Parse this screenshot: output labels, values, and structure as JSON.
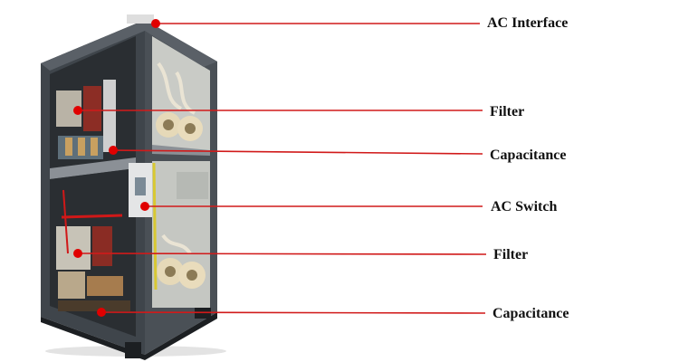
{
  "colors": {
    "leader_line": "#d11a1a",
    "marker_dot": "#e00000",
    "cabinet_frame": "#3f454b",
    "cabinet_dark": "#24282c",
    "cabinet_interior": "#c9cbc6"
  },
  "callouts": [
    {
      "id": "ac-interface",
      "label": "AC Interface"
    },
    {
      "id": "filter-upper",
      "label": "Filter"
    },
    {
      "id": "capacitance-upper",
      "label": "Capacitance"
    },
    {
      "id": "ac-switch",
      "label": "AC Switch"
    },
    {
      "id": "filter-lower",
      "label": "Filter"
    },
    {
      "id": "capacitance-lower",
      "label": "Capacitance"
    }
  ]
}
